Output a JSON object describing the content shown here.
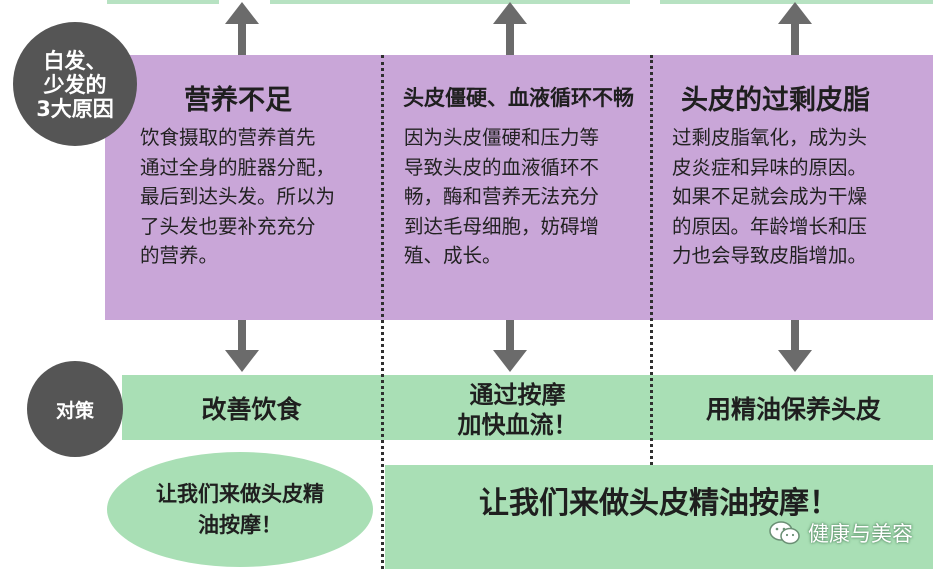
{
  "causes_label": [
    "白发、",
    "少发的",
    "3大原因"
  ],
  "measures_label": "对策",
  "causes": [
    {
      "title": "营养不足",
      "lines": [
        "饮食摄取的营养首先",
        "通过全身的脏器分配，",
        "最后到达头发。所以为",
        "了头发也要补充充分",
        "的营养。"
      ]
    },
    {
      "title": "头皮僵硬、血液循环不畅",
      "lines": [
        "因为头皮僵硬和压力等",
        "导致头皮的血液循环不",
        "畅，酶和营养无法充分",
        "到达毛母细胞，妨碍增",
        "殖、成长。"
      ]
    },
    {
      "title": "头皮的过剩皮脂",
      "lines": [
        "过剩皮脂氧化，成为头",
        "皮炎症和异味的原因。",
        "如果不足就会成为干燥",
        "的原因。年龄增长和压",
        "力也会导致皮脂增加。"
      ]
    }
  ],
  "measures": [
    {
      "lines": [
        "改善饮食"
      ]
    },
    {
      "lines": [
        "通过按摩",
        "加快血流！"
      ]
    },
    {
      "lines": [
        "用精油保养头皮"
      ]
    }
  ],
  "ellipse_text": [
    "让我们来做头皮精",
    "油按摩！"
  ],
  "bottom_text": "让我们来做头皮精油按摩！",
  "watermark": {
    "icon": "wechat-icon",
    "text": "健康与美容"
  },
  "colors": {
    "purple": "#c9a6d8",
    "green": "#a9dfb5",
    "circle": "#555555",
    "arrow": "#6b6b6b"
  }
}
